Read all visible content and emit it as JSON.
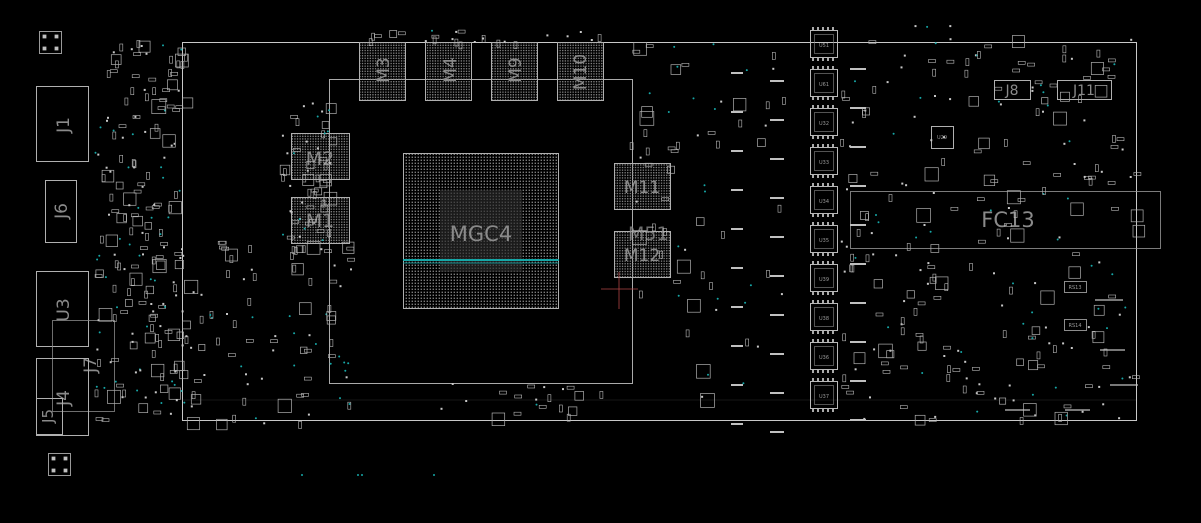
{
  "labels": {
    "J1": "J1",
    "J6": "J6",
    "U3": "U3",
    "J7": "J7",
    "J4": "J4",
    "J5": "J5",
    "J8": "J8",
    "J11": "J11",
    "M1": "M1",
    "M2": "M2",
    "M3": "M3",
    "M4": "M4",
    "M9": "M9",
    "M10": "M10",
    "M11": "M11",
    "M12": "M12",
    "MP1": "M51",
    "MGC4": "MGC4",
    "FC13": "FC13"
  },
  "chips": {
    "u_right": [
      "U51",
      "U61",
      "U32",
      "U33",
      "U34",
      "U35",
      "U39",
      "U38",
      "U36",
      "U37"
    ],
    "u29": "U29",
    "rs13": "RS13",
    "rs14": "RS14"
  },
  "colors": {
    "background": "#000000",
    "outline": "#c8c8c8",
    "label": "#8a8a8a",
    "accent": "#16a7a7"
  }
}
